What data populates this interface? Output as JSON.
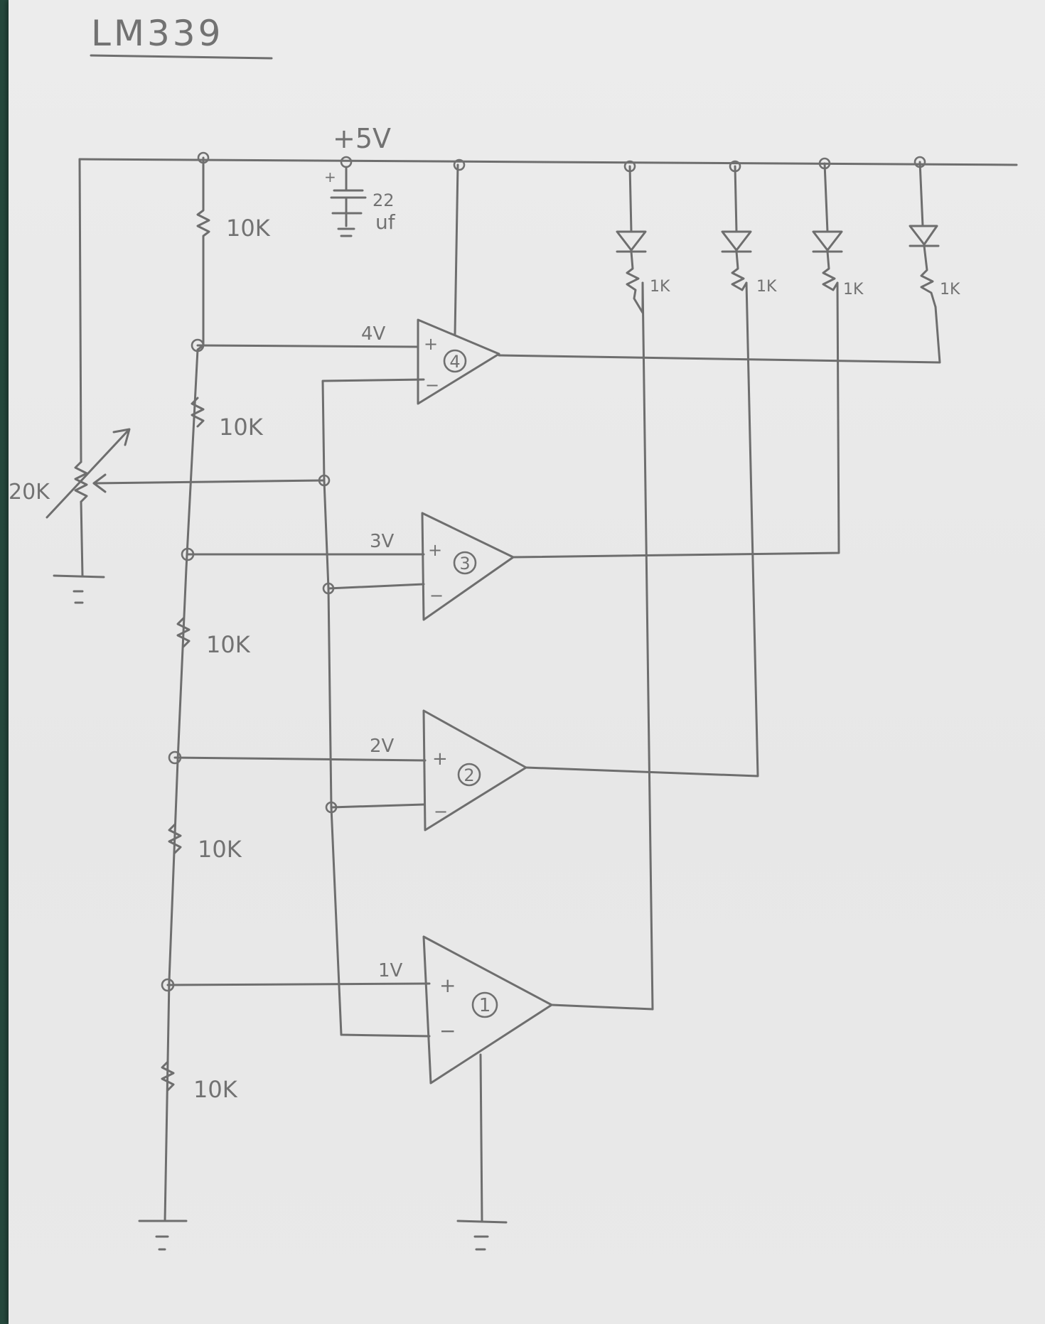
{
  "title": "LM339",
  "supply": {
    "label": "+5V",
    "cap_value_top": "22",
    "cap_value_bottom": "uf",
    "cap_plus": "+"
  },
  "divider_resistors": [
    "10K",
    "10K",
    "10K",
    "10K",
    "10K"
  ],
  "pot_label": "20K",
  "led_resistors": [
    "1K",
    "1K",
    "1K",
    "1K"
  ],
  "comparators": [
    {
      "number": "4",
      "ref_voltage": "4V"
    },
    {
      "number": "3",
      "ref_voltage": "3V"
    },
    {
      "number": "2",
      "ref_voltage": "2V"
    },
    {
      "number": "1",
      "ref_voltage": "1V"
    }
  ],
  "pin_plus": "+",
  "pin_minus": "−",
  "colors": {
    "ink": "#6e6e6e",
    "paper": "#ebebeb",
    "mat": "#2f5a4d"
  }
}
